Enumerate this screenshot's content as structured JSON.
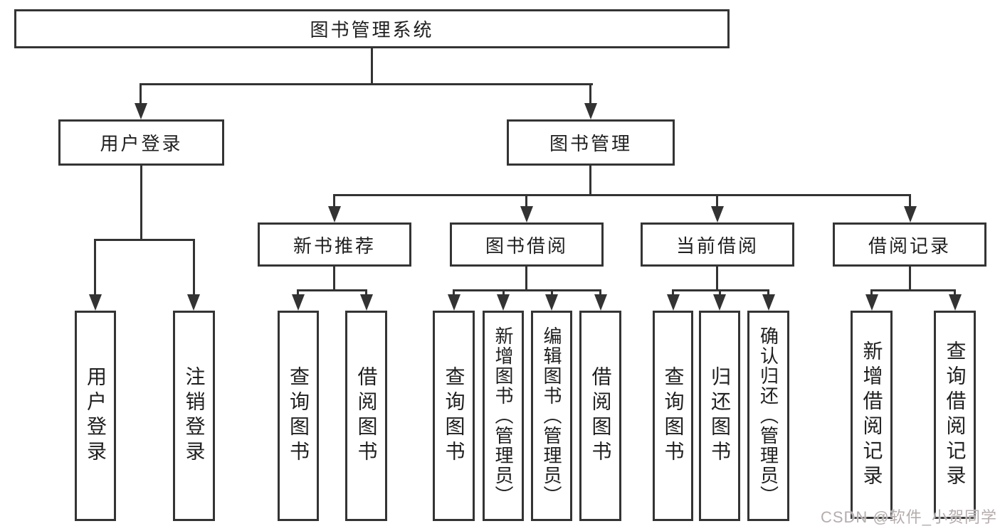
{
  "tree": {
    "root": {
      "label": "图书管理系统"
    },
    "branches": [
      {
        "label": "用户登录",
        "children": [
          {
            "label": "用户登录"
          },
          {
            "label": "注销登录"
          }
        ]
      },
      {
        "label": "图书管理",
        "sections": [
          {
            "label": "新书推荐",
            "children": [
              {
                "label": "查询图书"
              },
              {
                "label": "借阅图书"
              }
            ]
          },
          {
            "label": "图书借阅",
            "children": [
              {
                "label": "查询图书"
              },
              {
                "label": "新增图书（管理员）"
              },
              {
                "label": "编辑图书（管理员）"
              },
              {
                "label": "借阅图书"
              }
            ]
          },
          {
            "label": "当前借阅",
            "children": [
              {
                "label": "查询图书"
              },
              {
                "label": "归还图书"
              },
              {
                "label": "确认归还（管理员）"
              }
            ]
          },
          {
            "label": "借阅记录",
            "children": [
              {
                "label": "新增借阅记录"
              },
              {
                "label": "查询借阅记录"
              }
            ]
          }
        ]
      }
    ]
  },
  "watermark": {
    "text": "CSDN @软件_小贺同学"
  },
  "colors": {
    "line": "#333333",
    "box_border": "#343434",
    "text": "#1f1f1f",
    "watermark": "#b5adad",
    "background": "#ffffff"
  }
}
